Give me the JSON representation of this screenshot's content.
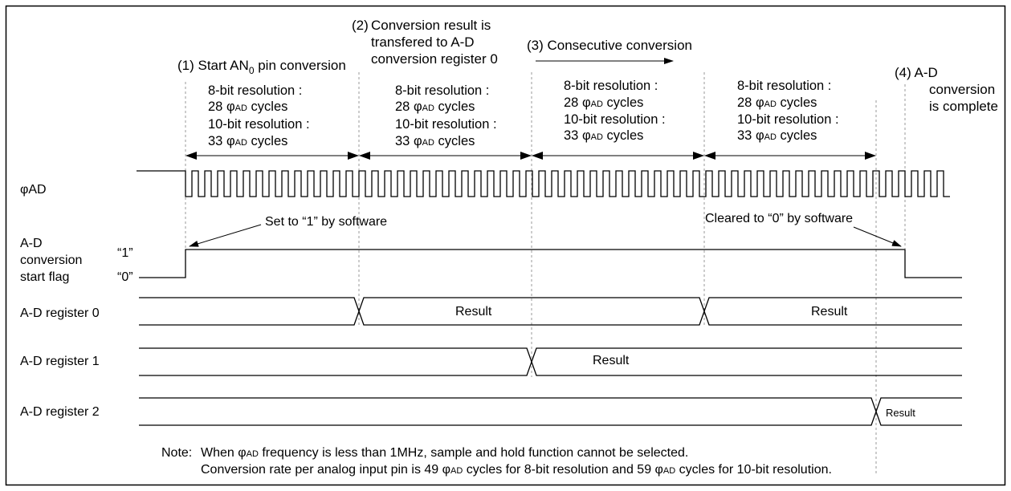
{
  "events": {
    "e1": "(1) Start AN",
    "e1_sub": "0",
    "e1_tail": " pin conversion",
    "e2_num": "(2)",
    "e2_line1": "Conversion result is",
    "e2_line2": "transfered to A-D",
    "e2_line3": "conversion register 0",
    "e3": "(3) Consecutive conversion",
    "e4_line1": "(4) A-D",
    "e4_line2": "conversion",
    "e4_line3": "is complete"
  },
  "periods": [
    {
      "l1": "8-bit resolution :",
      "l2n": "28",
      "l3": "10-bit resolution :",
      "l4n": "33"
    },
    {
      "l1": "8-bit resolution :",
      "l2n": "28",
      "l3": "10-bit resolution :",
      "l4n": "33"
    },
    {
      "l1": "8-bit resolution :",
      "l2n": "28",
      "l3": "10-bit resolution :",
      "l4n": "33"
    },
    {
      "l1": "8-bit resolution :",
      "l2n": "28",
      "l3": "10-bit resolution :",
      "l4n": "33"
    }
  ],
  "phi": "φ",
  "phi_sub": "AD",
  "cycles_word": " cycles",
  "signals": {
    "phiad": "AD",
    "flag_l1": "A-D",
    "flag_l2": "conversion",
    "flag_l3": "start flag",
    "flag_one": "“1”",
    "flag_zero": "“0”",
    "reg0": "A-D register 0",
    "reg1": "A-D register 1",
    "reg2": "A-D register 2"
  },
  "annotations": {
    "set": "Set to “1” by software",
    "cleared": "Cleared to “0” by software"
  },
  "results": {
    "reg0_a": "Result",
    "reg0_b": "Result",
    "reg1": "Result",
    "reg2": "Result"
  },
  "note": {
    "label": "Note:",
    "line1_a": "When ",
    "line1_b": " frequency is less than 1MHz, sample and hold function cannot be selected.",
    "line2_a": "Conversion rate per analog input pin is 49 ",
    "line2_b": " cycles for 8-bit resolution and 59 ",
    "line2_c": " cycles for 10-bit resolution."
  }
}
